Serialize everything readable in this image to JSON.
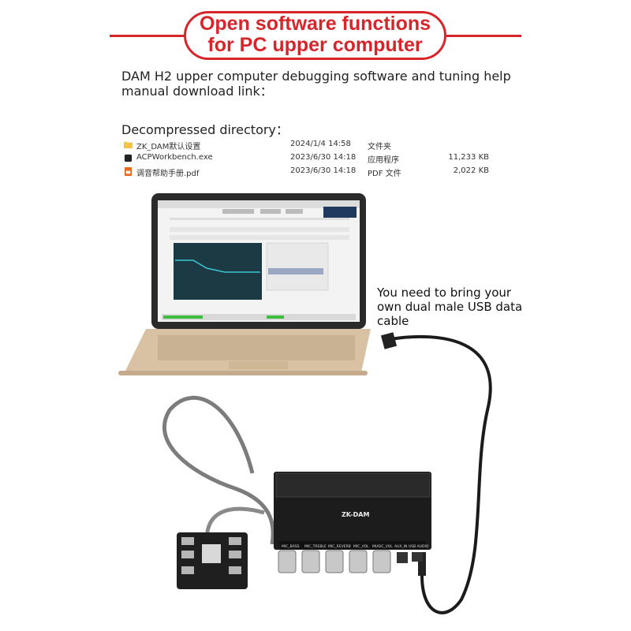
{
  "banner": {
    "line1": "Open software functions",
    "line2": "for PC upper computer"
  },
  "intro_text": "DAM H2 upper computer debugging software and tuning help manual download link：",
  "directory_title": "Decompressed directory：",
  "files": [
    {
      "icon": "folder-icon",
      "name": "ZK_DAM默认设置",
      "date": "2024/1/4 14:58",
      "type": "文件夹",
      "size": ""
    },
    {
      "icon": "app-icon",
      "name": "ACPWorkbench.exe",
      "date": "2023/6/30 14:18",
      "type": "应用程序",
      "size": "11,233 KB"
    },
    {
      "icon": "pdf-icon",
      "name": "调音帮助手册.pdf",
      "date": "2023/6/30 14:18",
      "type": "PDF 文件",
      "size": "2,022 KB"
    }
  ],
  "usb_note": "You need to bring your own dual male USB data cable",
  "board": {
    "name": "ZK-DAM",
    "knob_labels": [
      "MIC_BASS",
      "MIC_TREBLE",
      "MIC_REVERB",
      "MIC_VOL",
      "MUSIC_VOL"
    ],
    "port_labels": [
      "AUX_IN",
      "USB AUDIO"
    ]
  },
  "colors": {
    "accent": "#d7262b",
    "laptop_body": "#d8c2a3",
    "board": "#1c1c1c"
  }
}
